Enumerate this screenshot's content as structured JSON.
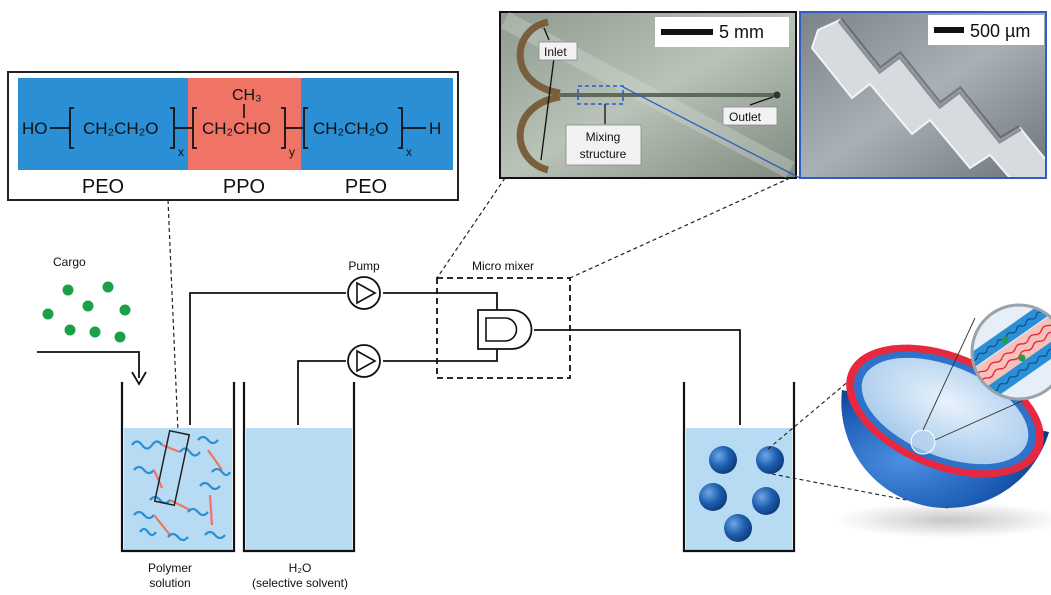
{
  "copolymer": {
    "ho": "HO",
    "peo_unit": "CH₂CH₂O",
    "ppo_unit": "CH₂CHO",
    "methyl": "CH₃",
    "sub_x": "x",
    "sub_y": "y",
    "h_end": "H",
    "block_labels": [
      "PEO",
      "PPO",
      "PEO"
    ]
  },
  "photo": {
    "scale_bar": "5 mm",
    "inlet": "Inlet",
    "mixing_line1": "Mixing",
    "mixing_line2": "structure",
    "outlet": "Outlet"
  },
  "sem": {
    "scale_bar": "500 µm"
  },
  "process": {
    "cargo": "Cargo",
    "pump": "Pump",
    "micro_mixer": "Micro mixer",
    "polymer_line1": "Polymer",
    "polymer_line2": "solution",
    "water_line1": "H₂O",
    "water_line2": "(selective solvent)"
  },
  "colors": {
    "peo_blue": "#2a8fd4",
    "ppo_red": "#f07466",
    "liquid": "#b7dbf2",
    "sphere_blue": "#1f5fb0",
    "cargo_green": "#1ba04a"
  }
}
